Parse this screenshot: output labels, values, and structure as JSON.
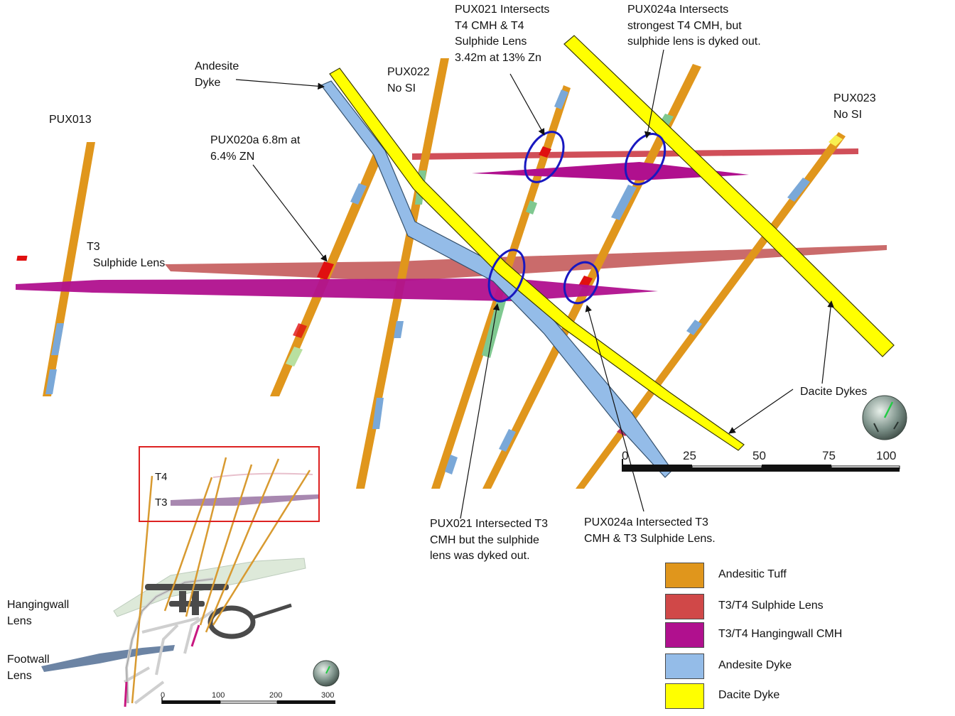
{
  "annotations": {
    "pux013": "PUX013",
    "t3_sulphide": "T3\n  Sulphide Lens",
    "pux020a": "PUX020a 6.8m at\n6.4% ZN",
    "andesite_dyke": "Andesite\nDyke",
    "pux022": "PUX022\nNo SI",
    "pux021_top": "PUX021 Intersects\nT4 CMH & T4\nSulphide Lens\n3.42m at 13% Zn",
    "pux024a_top": "PUX024a Intersects\nstrongest T4 CMH, but\nsulphide lens is dyked out.",
    "pux023": "PUX023\nNo SI",
    "dacite_dykes": "Dacite Dykes",
    "pux021_bottom": "PUX021 Intersected T3\nCMH but the sulphide\nlens was dyked out.",
    "pux024a_bottom": "PUX024a Intersected T3\nCMH & T3 Sulphide Lens."
  },
  "inset": {
    "t4": "T4",
    "t3": "T3",
    "hangingwall": "Hangingwall\nLens",
    "footwall": "Footwall\nLens"
  },
  "scale_main": {
    "ticks": [
      "0",
      "25",
      "50",
      "75",
      "100"
    ]
  },
  "scale_inset": {
    "ticks": [
      "0",
      "100",
      "200",
      "300"
    ]
  },
  "legend": {
    "items": [
      {
        "label": "Andesitic Tuff",
        "color": "#e0961c"
      },
      {
        "label": "T3/T4 Sulphide Lens",
        "color": "#d04848"
      },
      {
        "label": "T3/T4 Hangingwall CMH",
        "color": "#b0108e"
      },
      {
        "label": "Andesite Dyke",
        "color": "#94bce8"
      },
      {
        "label": "Dacite Dyke",
        "color": "#ffff00"
      }
    ]
  },
  "colors": {
    "tuff": "#e0961c",
    "sulphide": "#d04848",
    "cmh": "#b0108e",
    "andesite": "#94bce8",
    "dacite": "#ffff00",
    "circle": "#1818c0"
  }
}
